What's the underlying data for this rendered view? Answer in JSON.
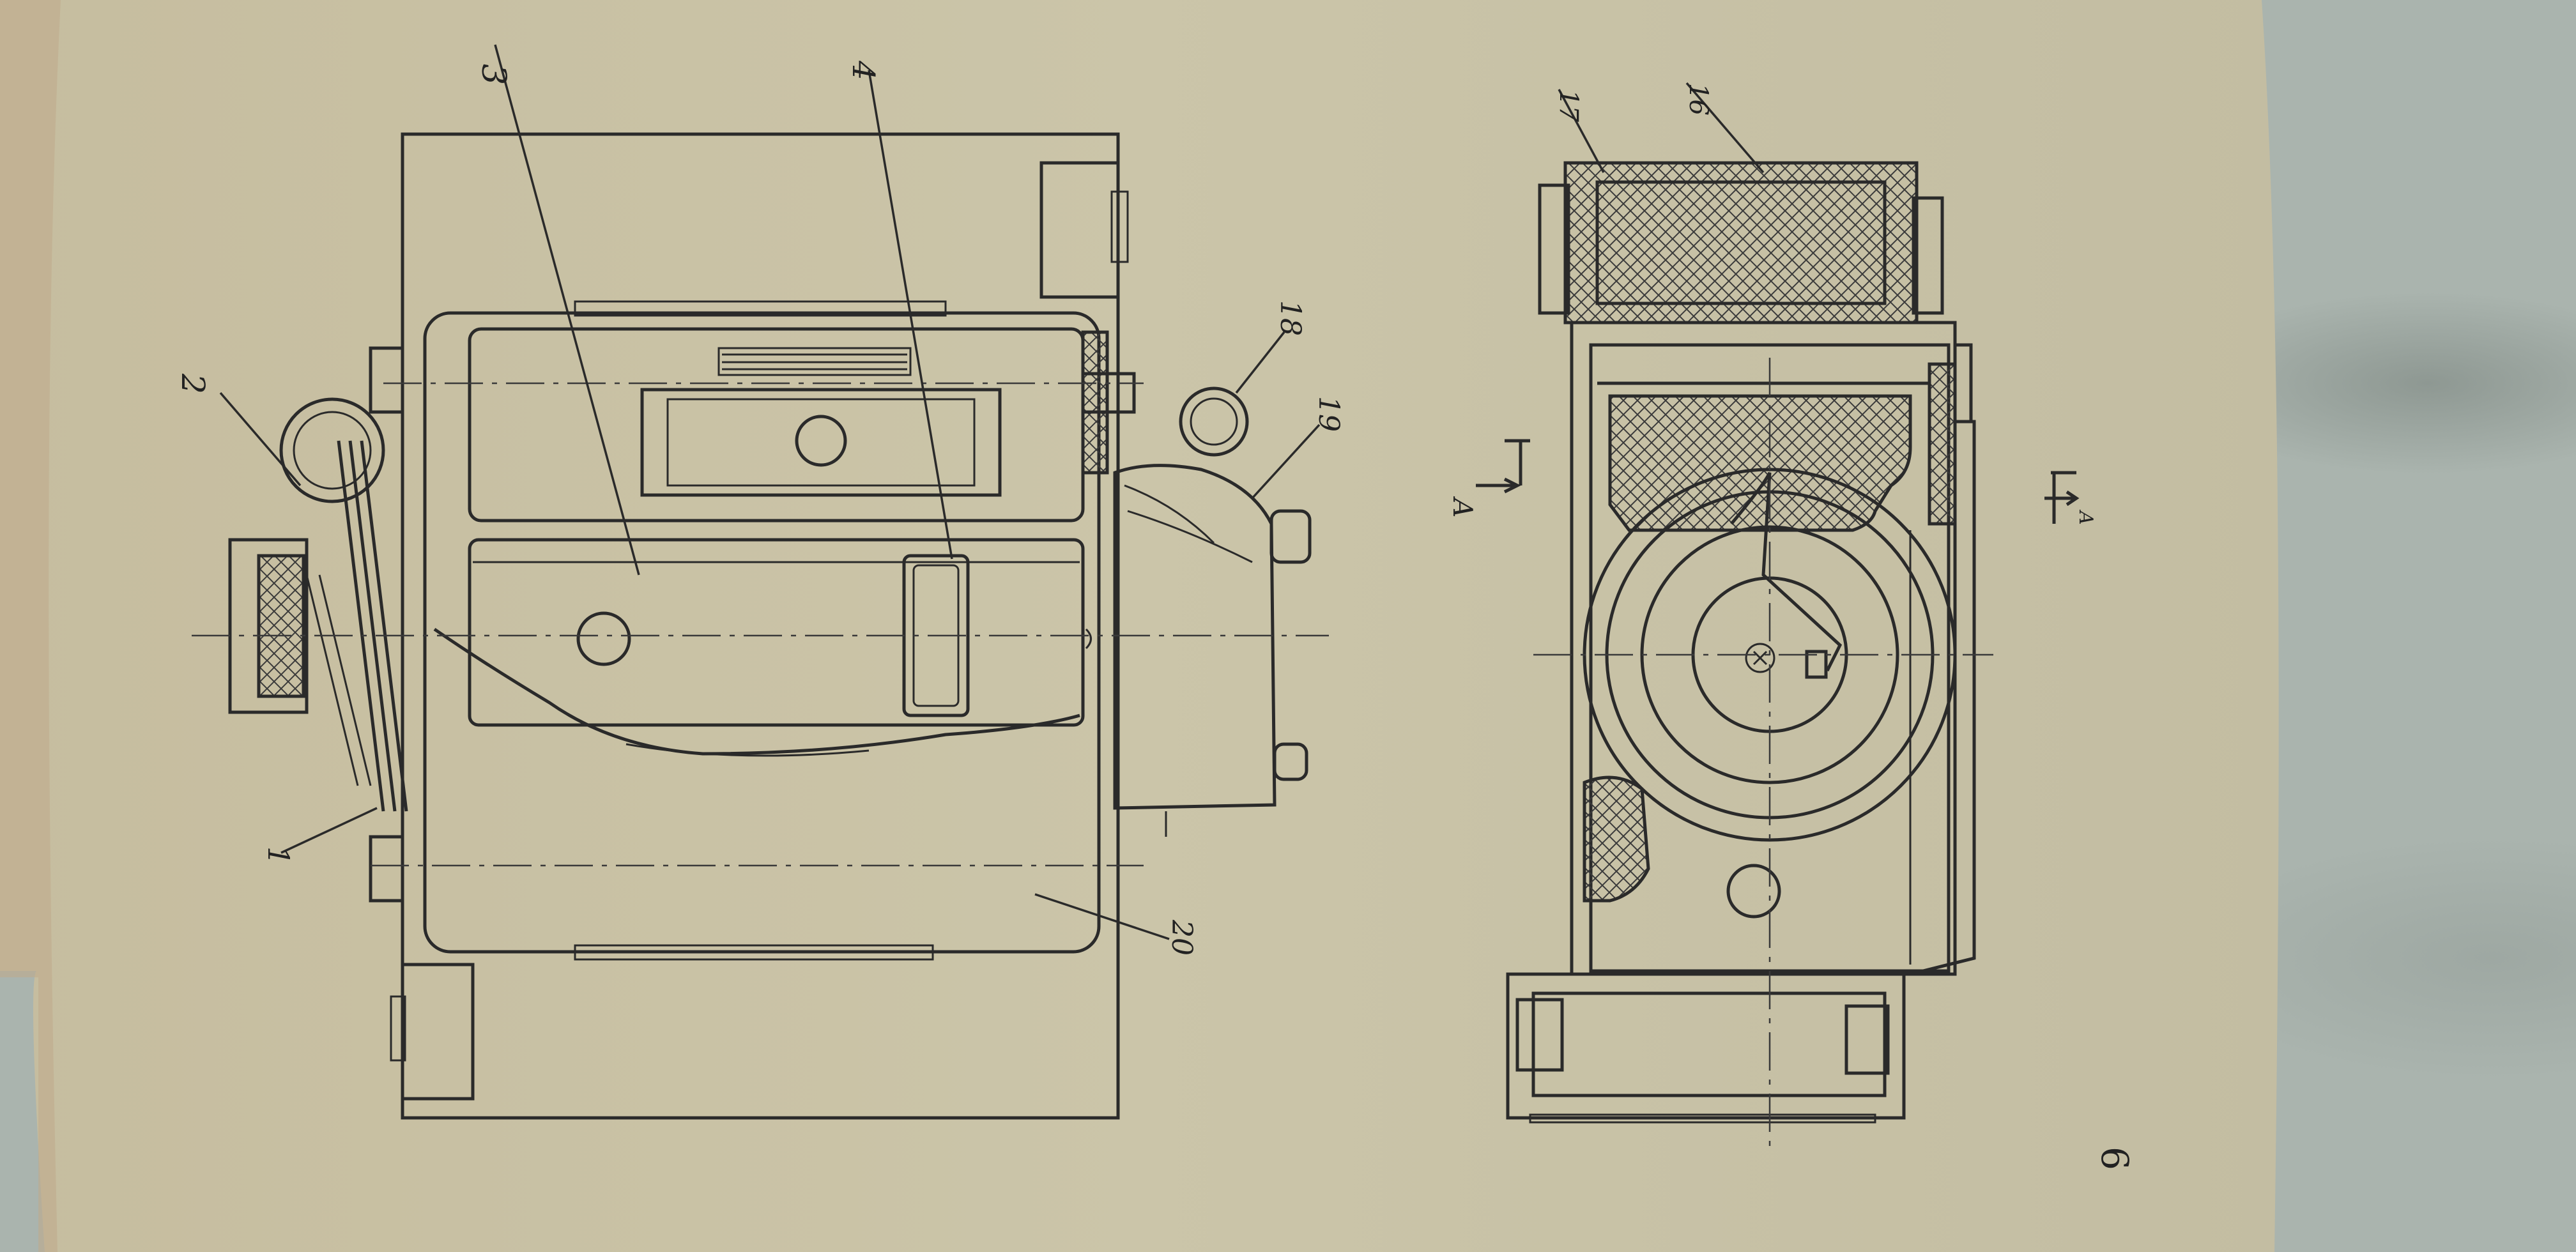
{
  "page": {
    "page_number": "6",
    "paper_color": "#c9c3a6",
    "background_color": "#aab4ae"
  },
  "figure_top": {
    "callouts": [
      "1",
      "2",
      "3",
      "4",
      "18",
      "19",
      "20"
    ]
  },
  "figure_bottom": {
    "callouts": [
      "16",
      "17"
    ],
    "section_mark_left": "A",
    "section_mark_right": "A"
  }
}
